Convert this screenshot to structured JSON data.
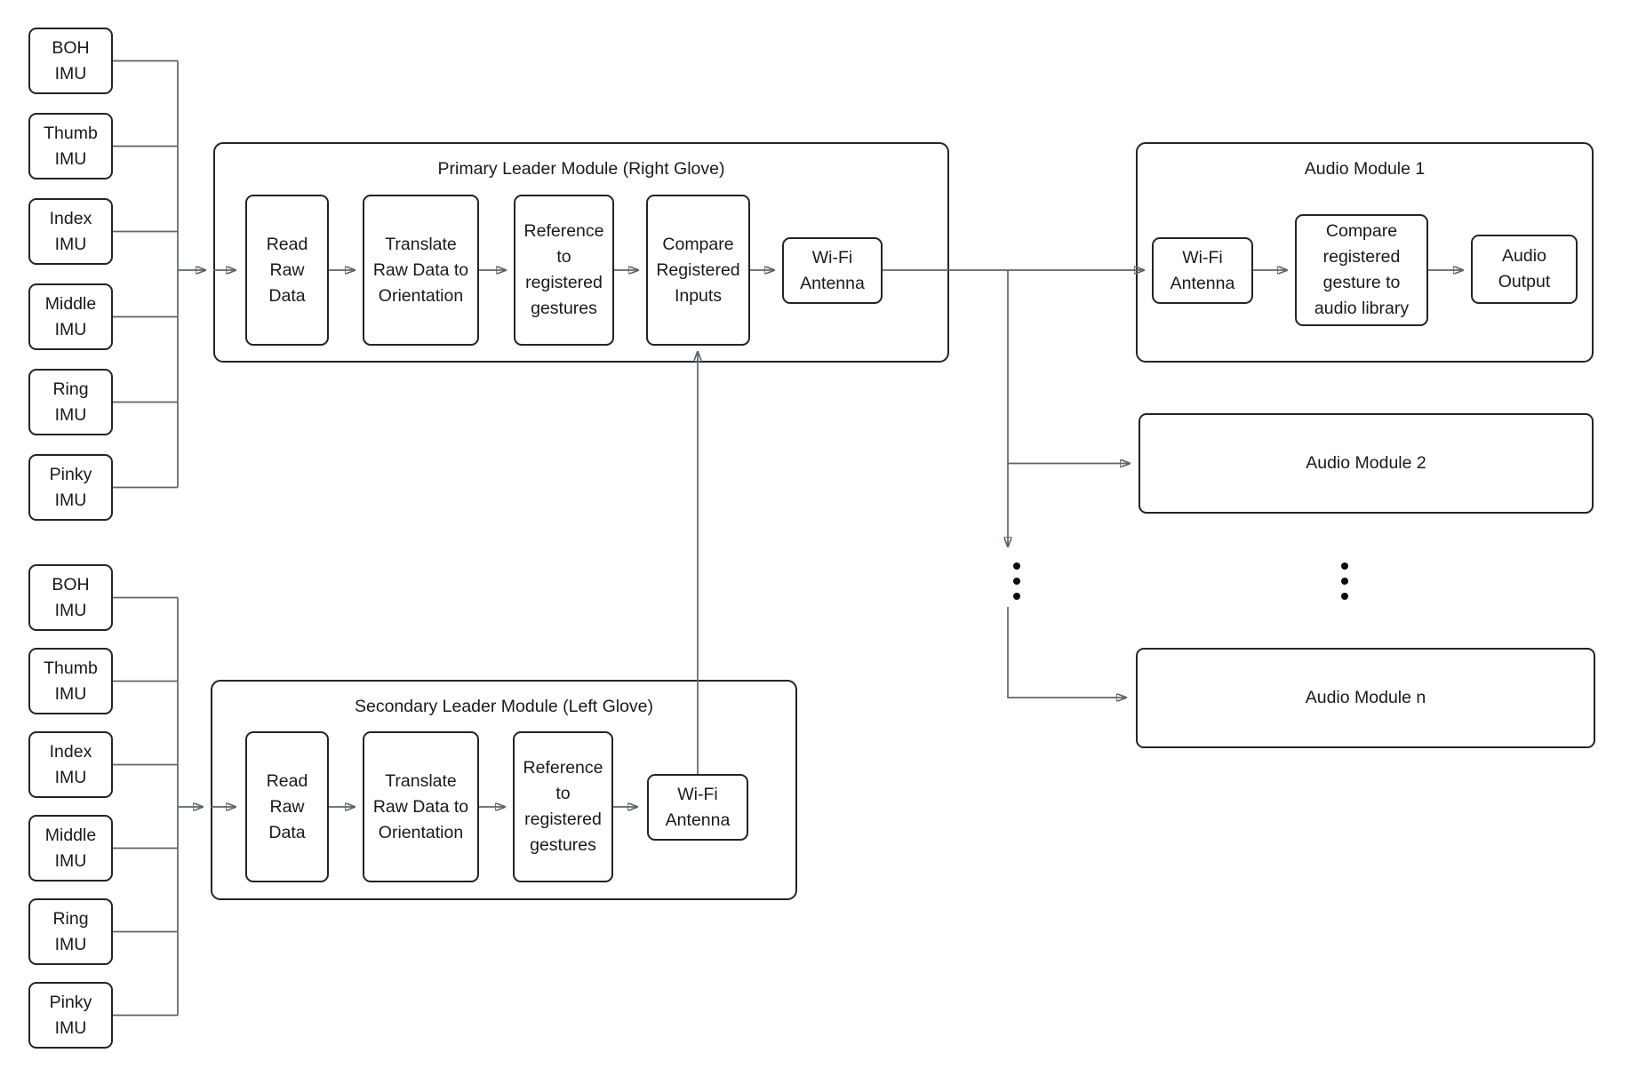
{
  "diagram": {
    "imu_labels": [
      "BOH\nIMU",
      "Thumb\nIMU",
      "Index\nIMU",
      "Middle\nIMU",
      "Ring\nIMU",
      "Pinky\nIMU"
    ],
    "primary_module": {
      "title": "Primary Leader Module (Right Glove)",
      "read": "Read\nRaw\nData",
      "translate": "Translate\nRaw Data to\nOrientation",
      "reference": "Reference\nto\nregistered\ngestures",
      "compare": "Compare\nRegistered\nInputs",
      "wifi": "Wi-Fi\nAntenna"
    },
    "secondary_module": {
      "title": "Secondary Leader Module (Left Glove)",
      "read": "Read\nRaw\nData",
      "translate": "Translate\nRaw Data to\nOrientation",
      "reference": "Reference\nto\nregistered\ngestures",
      "wifi": "Wi-Fi\nAntenna"
    },
    "audio_module_1": {
      "title": "Audio Module 1",
      "wifi": "Wi-Fi\nAntenna",
      "compare": "Compare\nregistered\ngesture to\naudio library",
      "output": "Audio\nOutput"
    },
    "audio_module_2": {
      "title": "Audio Module 2"
    },
    "audio_module_n": {
      "title": "Audio Module n"
    },
    "colors": {
      "box_border": "#242424",
      "connector": "#5e646e",
      "arrowhead": "#3c4453",
      "background": "#ffffff"
    }
  }
}
